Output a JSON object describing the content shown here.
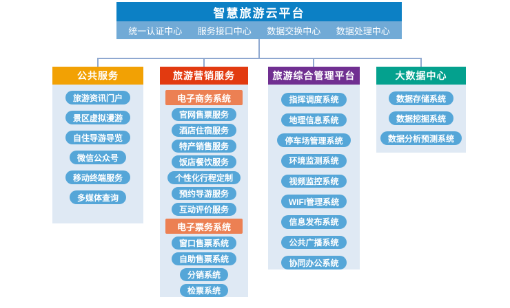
{
  "platform": {
    "title": "智慧旅游云平台",
    "centers": [
      {
        "label": "统一认证中心"
      },
      {
        "label": "服务接口中心"
      },
      {
        "label": "数据交换中心"
      },
      {
        "label": "数据处理中心"
      }
    ]
  },
  "columns": [
    {
      "id": "public-service",
      "title": "公共服务",
      "header_color": "#F2A104",
      "items": [
        {
          "type": "pill",
          "label": "旅游资讯门户"
        },
        {
          "type": "pill",
          "label": "景区虚拟漫游"
        },
        {
          "type": "pill",
          "label": "自住导游导览"
        },
        {
          "type": "pill",
          "label": "微信公众号"
        },
        {
          "type": "pill",
          "label": "移动终端服务"
        },
        {
          "type": "pill",
          "label": "多媒体查询"
        }
      ]
    },
    {
      "id": "tourism-marketing",
      "title": "旅游营销服务",
      "header_color": "#E23A10",
      "items": [
        {
          "type": "subheader",
          "label": "电子商务系统"
        },
        {
          "type": "pill",
          "label": "官网售票服务"
        },
        {
          "type": "pill",
          "label": "酒店住宿服务"
        },
        {
          "type": "pill",
          "label": "特产销售服务"
        },
        {
          "type": "pill",
          "label": "饭店餐饮服务"
        },
        {
          "type": "pill",
          "label": "个性化行程定制"
        },
        {
          "type": "pill",
          "label": "预约导游服务"
        },
        {
          "type": "pill",
          "label": "互动评价服务"
        },
        {
          "type": "subheader",
          "label": "电子票务系统"
        },
        {
          "type": "pill",
          "label": "窗口售票系统"
        },
        {
          "type": "pill",
          "label": "自助售票系统"
        },
        {
          "type": "pill",
          "label": "分销系统"
        },
        {
          "type": "pill",
          "label": "检票系统"
        }
      ]
    },
    {
      "id": "integrated-management",
      "title": "旅游综合管理平台",
      "header_color": "#702F91",
      "items": [
        {
          "type": "pill",
          "label": "指挥调度系统"
        },
        {
          "type": "pill",
          "label": "地理信息系统"
        },
        {
          "type": "pill",
          "label": "停车场管理系统"
        },
        {
          "type": "pill",
          "label": "环境监测系统"
        },
        {
          "type": "pill",
          "label": "视频监控系统"
        },
        {
          "type": "pill",
          "label": "WIFI管理系统"
        },
        {
          "type": "pill",
          "label": "信息发布系统"
        },
        {
          "type": "pill",
          "label": "公共广播系统"
        },
        {
          "type": "pill",
          "label": "协同办公系统"
        }
      ]
    },
    {
      "id": "big-data-center",
      "title": "大数据中心",
      "header_color": "#04A18E",
      "items": [
        {
          "type": "pill",
          "label": "数据存储系统"
        },
        {
          "type": "pill",
          "label": "数据挖掘系统"
        },
        {
          "type": "pill",
          "label": "数据分析预测系统"
        }
      ]
    }
  ],
  "colors": {
    "top_header": "#0C80C5",
    "top_strip": "#71AAD6",
    "pill": "#55A6D8",
    "subheader": "#EC8053",
    "panel_bg": "#DFE9F4",
    "connector": "#8FA8D0"
  }
}
